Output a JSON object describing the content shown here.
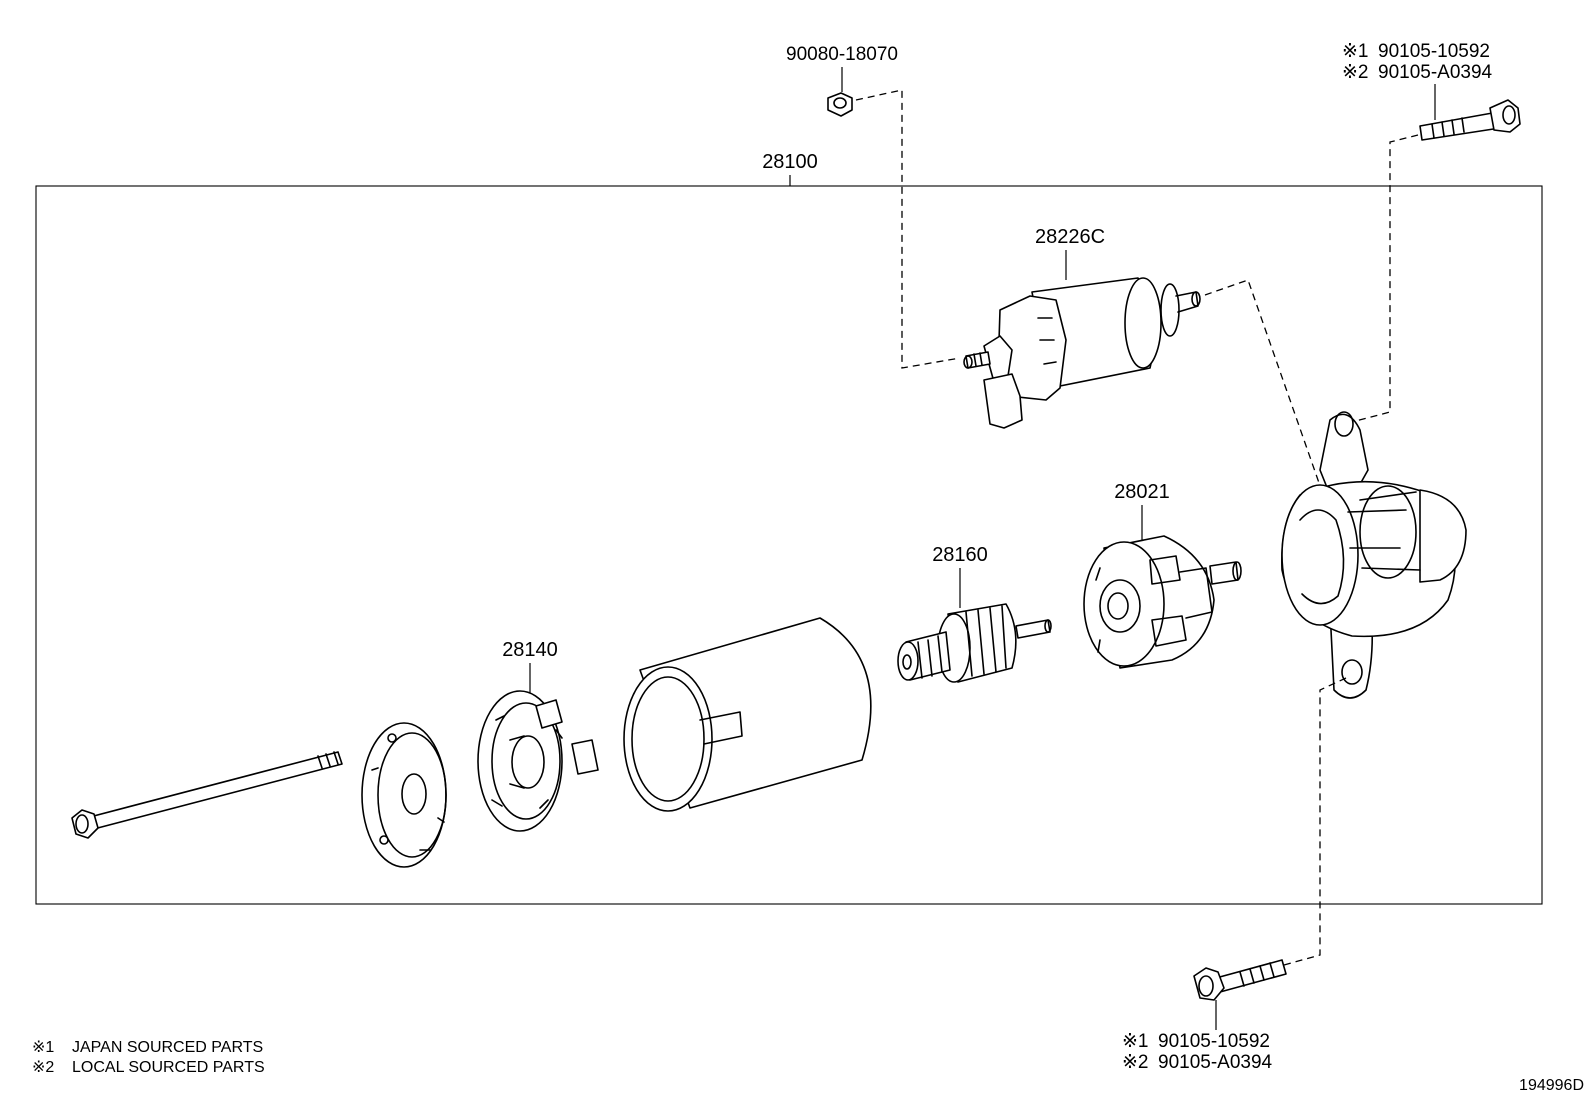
{
  "diagram": {
    "assembly_number": "28100",
    "figure_id": "194996D",
    "parts": {
      "nut": "90080-18070",
      "solenoid": "28226C",
      "drive_assembly": "28021",
      "armature": "28160",
      "brush_holder": "28140"
    },
    "bolt_upper": {
      "line1_mark": "※1",
      "line1_pn": "90105-10592",
      "line2_mark": "※2",
      "line2_pn": "90105-A0394"
    },
    "bolt_lower": {
      "line1_mark": "※1",
      "line1_pn": "90105-10592",
      "line2_mark": "※2",
      "line2_pn": "90105-A0394"
    },
    "legend": [
      {
        "mark": "※1",
        "text": "JAPAN SOURCED PARTS"
      },
      {
        "mark": "※2",
        "text": "LOCAL SOURCED PARTS"
      }
    ]
  }
}
